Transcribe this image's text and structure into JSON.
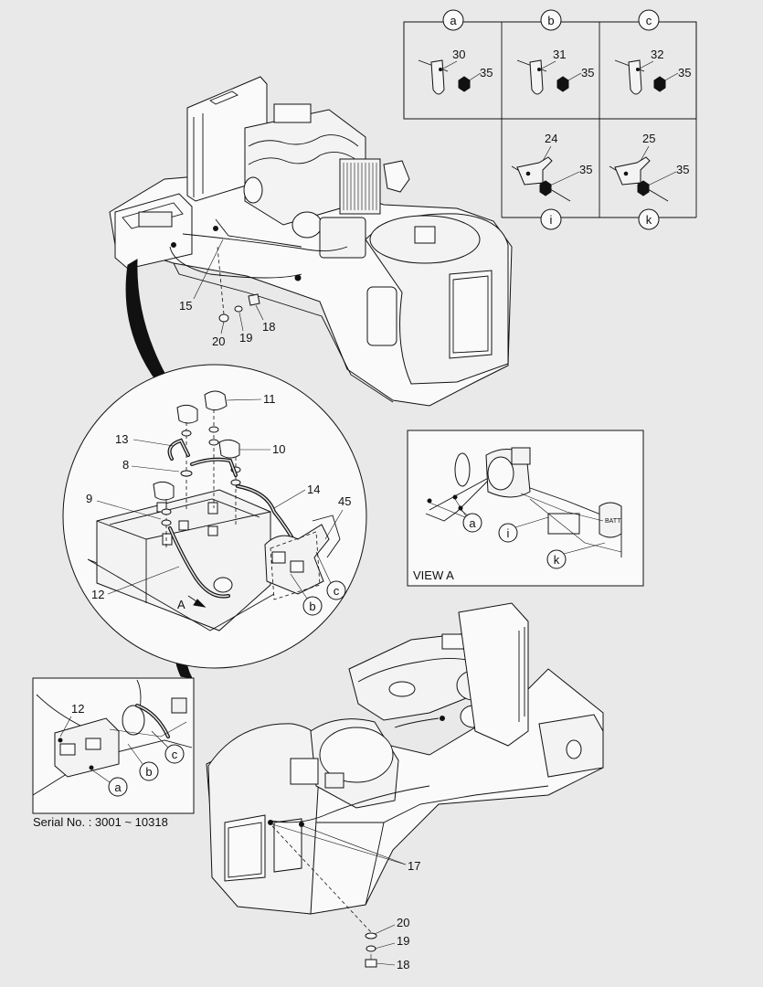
{
  "detail_table": {
    "top_headers": [
      "a",
      "b",
      "c"
    ],
    "bottom_headers": [
      "i",
      "k"
    ],
    "cells": [
      {
        "id": "a",
        "clamp": "30",
        "nut": "35"
      },
      {
        "id": "b",
        "clamp": "31",
        "nut": "35"
      },
      {
        "id": "c",
        "clamp": "32",
        "nut": "35"
      },
      {
        "id": "i",
        "bracket": "24",
        "nut": "35"
      },
      {
        "id": "k",
        "bracket": "25",
        "nut": "35"
      }
    ]
  },
  "top_assembly": {
    "callouts": [
      "15",
      "20",
      "19",
      "18"
    ]
  },
  "battery_detail": {
    "callouts": [
      "11",
      "13",
      "10",
      "8",
      "9",
      "14",
      "45",
      "12"
    ],
    "circle_tags": [
      "b",
      "c"
    ],
    "arrow_label": "A"
  },
  "view_a": {
    "title": "VIEW A",
    "circle_tags": [
      "a",
      "i",
      "k"
    ],
    "batt_label": "BATT"
  },
  "serial_inset": {
    "callouts": [
      "12"
    ],
    "circle_tags": [
      "a",
      "b",
      "c"
    ],
    "caption": "Serial No. : 3001 ~ 10318"
  },
  "bottom_assembly": {
    "callouts": [
      "17",
      "20",
      "19",
      "18"
    ]
  }
}
